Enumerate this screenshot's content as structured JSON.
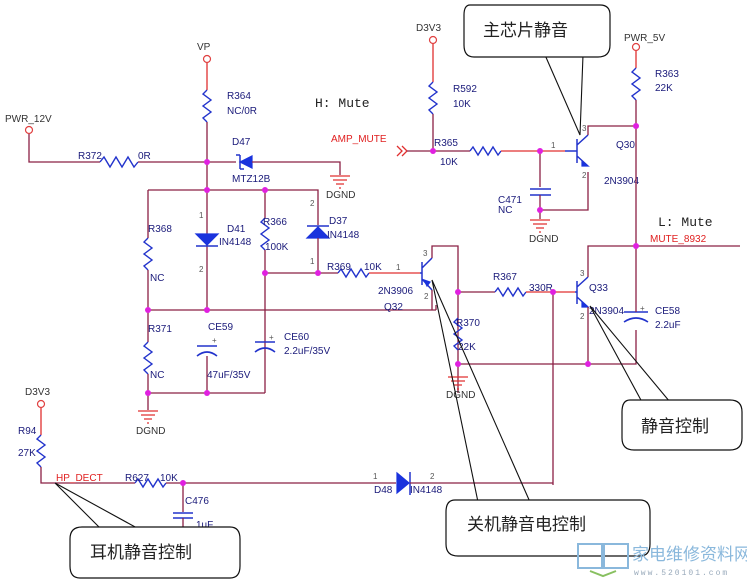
{
  "title": "Mute control circuit schematic",
  "power_nets": {
    "vp": "VP",
    "pwr_12v": "PWR_12V",
    "d3v3_top": "D3V3",
    "pwr_5v": "PWR_5V",
    "d3v3_left": "D3V3"
  },
  "signal_nets": {
    "amp_mute": "AMP_MUTE",
    "mute_8932": "MUTE_8932",
    "hp_dect": "HP_DECT"
  },
  "notes": {
    "h_mute": "H: Mute",
    "l_mute": "L: Mute"
  },
  "ground_label": "DGND",
  "components": {
    "r372": {
      "ref": "R372",
      "value": "0R"
    },
    "r364": {
      "ref": "R364",
      "value": "NC/0R"
    },
    "d47": {
      "ref": "D47",
      "value": "MTZ12B"
    },
    "r368": {
      "ref": "R368",
      "value": "NC"
    },
    "d41": {
      "ref": "D41",
      "value": "IN4148"
    },
    "r366": {
      "ref": "R366",
      "value": "100K"
    },
    "d37": {
      "ref": "D37",
      "value": "IN4148"
    },
    "r371": {
      "ref": "R371",
      "value": "NC"
    },
    "ce59": {
      "ref": "CE59",
      "value": "47uF/35V"
    },
    "ce60": {
      "ref": "CE60",
      "value": "2.2uF/35V"
    },
    "r369": {
      "ref": "R369",
      "value": "10K"
    },
    "q32": {
      "ref": "Q32",
      "value": "2N3906"
    },
    "r370": {
      "ref": "R370",
      "value": "22K"
    },
    "r367": {
      "ref": "R367",
      "value": "330R"
    },
    "q33": {
      "ref": "Q33",
      "value": "2N3904"
    },
    "ce58": {
      "ref": "CE58",
      "value": "2.2uF"
    },
    "r592": {
      "ref": "R592",
      "value": "10K"
    },
    "r365": {
      "ref": "R365",
      "value": "10K"
    },
    "c471": {
      "ref": "C471",
      "value": "NC"
    },
    "q30": {
      "ref": "Q30",
      "value": "2N3904"
    },
    "r363": {
      "ref": "R363",
      "value": "22K"
    },
    "r94": {
      "ref": "R94",
      "value": "27K"
    },
    "r627": {
      "ref": "R627",
      "value": "10K"
    },
    "c476": {
      "ref": "C476",
      "value": "1uF"
    },
    "d48": {
      "ref": "D48",
      "value": "IN4148"
    }
  },
  "pins": {
    "p1": "1",
    "p2": "2",
    "p3": "3"
  },
  "callouts": {
    "main_chip_mute": "主芯片静音",
    "mute_control": "静音控制",
    "shutdown_mute": "关机静音电控制",
    "headphone_mute": "耳机静音控制"
  },
  "watermark": {
    "site_name": "家电维修资料网",
    "url": "www.520101.com"
  },
  "colors": {
    "wire": "#8b2045",
    "component": "#2233cc",
    "junction": "#e020e0",
    "net_label": "#e02020"
  }
}
